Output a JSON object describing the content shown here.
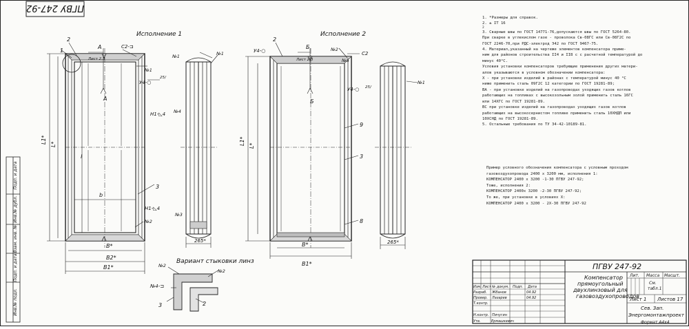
{
  "stamp_top": "ПГВУ 247-92",
  "titles": {
    "v1": "Исполнение 1",
    "v2": "Исполнение 2",
    "joint": "Вариант стыковки линз"
  },
  "dims": {
    "b_star": "В*",
    "b1_star": "В1*",
    "b2_star": "В2*",
    "b": "b",
    "l_star": "L*",
    "l1_star": "L1*",
    "l": "l",
    "d265": "265*",
    "sheet_ref": "Лист 2,3",
    "angle": "25/"
  },
  "labels": {
    "A": "А",
    "B": "Б",
    "n1": "№1",
    "n2": "№2",
    "n3": "№3",
    "n4": "№4",
    "n5": "№5",
    "c2": "С2",
    "c2_sym": "С2-⊐",
    "u4_1": "У4-○",
    "u4_2": "У4-○",
    "h1": "Н1-◺4",
    "h1_2": "Н1-◺4",
    "n4sym": "№4-⊐",
    "one": "1",
    "two": "2",
    "three": "3",
    "eight": "8",
    "nine": "9",
    "a_sec": "А",
    "b_sec": "Б"
  },
  "notes": [
    "1. *Размеры для справок.",
    "2. ± IT 16",
    "              2",
    "3. Сварные швы по ГОСТ 14771-76,допускаются швы по ГОСТ 5264-80.",
    "При сварке в углекислом газе - проволока Св-08ГС или Св-08Г2С по",
    "ГОСТ 2246-70,при РДС-электрод Э42 по ГОСТ 9467-75.",
    "   4. Материал,указанный на чертеже элементов компенсатора приме-",
    "ним для районов строительства II4 и II8 с с расчетной температурой до",
    "минус 40°С.",
    "   Условия установки компенсаторов требующие применения других матери-",
    "алов указываются в условном обозначении компенсатора:",
    "   Х - при установке изделий в районах с температурой минус 40 °С",
    "ниже применить сталь 09Г2С 12 категории по ГОСТ 19281-89;",
    "   ВА - при установке изделий на газопроводах уходящих газов котлов",
    "работающих на топливах с высокозольным золой применить сталь 16ГС",
    "или 14ХГС по ГОСТ 19281-89.",
    "   ВС   при установке изделий на газопроводах уходящих газов котлов",
    "работающих на высокосернистом топливе применить сталь 10ХНДП или",
    "10ХСНД по ГОСТ 19281-89.",
    "   5. Остальные требования по ТУ 34-42-10189-81."
  ],
  "example": [
    "   Пример условного обозначения компенсатора с условным проходом",
    "газовоздухопровода 2400 х 3200 мм, исполнения 1:",
    "          КОМПЕНСАТОР 2400 х 3200 -1-30 ПГВУ 247-92;",
    "   Тоже, исполнения 2:",
    "          КОМПЕНСАТОР 2400х 3200 -2-30 ПГВУ 247-92;",
    "   То же, при установке в условиях Х:",
    "          КОМПЕНСАТОР 2400 х 3200 - 2Х-30 ПГВУ 247-92"
  ],
  "title_block": {
    "doc_code": "ПГВУ 247-92",
    "title": [
      "Компенсатор",
      "прямоугольный",
      "двухлинзовый  для",
      "газовоздухопроводов"
    ],
    "lit": "Лит.",
    "mass": "Масса",
    "scale": "Масшт.",
    "mass_val": "См.",
    "mass_val2": "табл.1",
    "sheet": "Лист 1",
    "sheets": "Листов 17",
    "org": [
      "Сев. Зап.",
      "Энергомонтажпроект"
    ],
    "format": "Формат А4х4",
    "rows": {
      "izm": "Изм.",
      "list": "Лист",
      "doc": "№ докум.",
      "sign": "Подп.",
      "date": "Дата",
      "razrab": "Разраб.",
      "razrab_name": "Жбанов",
      "prov": "Провер.",
      "prov_name": "Лазарев",
      "tkontr": "Т.контр.",
      "nkontr": "Н.контр.",
      "nkontr_name": "Пичугин",
      "utv": "Утв.",
      "utv_name": "Ермашкевич",
      "date1": "04.92",
      "date2": "04.92"
    }
  },
  "side_stamps": [
    "Инв.№ подл.",
    "Подп. и дата",
    "Взам. инв. №",
    "Инв.№ дубл.",
    "Подп. и дата"
  ]
}
